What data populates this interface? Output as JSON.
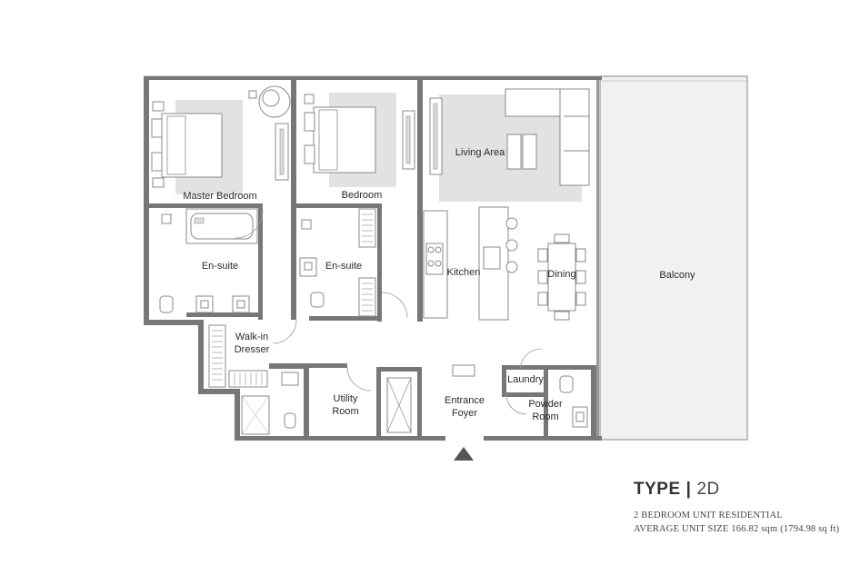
{
  "rooms": {
    "master_bedroom": "Master Bedroom",
    "bedroom": "Bedroom",
    "living_area": "Living Area",
    "balcony": "Balcony",
    "ensuite_1": "En-suite",
    "ensuite_2": "En-suite",
    "kitchen": "Kitchen",
    "dining": "Dining",
    "walkin_line1": "Walk-in",
    "walkin_line2": "Dresser",
    "utility_line1": "Utility",
    "utility_line2": "Room",
    "entrance_line1": "Entrance",
    "entrance_line2": "Foyer",
    "laundry": "Laundry",
    "powder_line1": "Powder",
    "powder_line2": "Room"
  },
  "unit": {
    "type_word": "TYPE",
    "separator": "|",
    "type_code": "2D",
    "description": "2 BEDROOM UNIT RESIDENTIAL",
    "size": "AVERAGE UNIT SIZE 166.82 sqm (1794.98 sq ft)"
  },
  "colors": {
    "wall": "#777777",
    "furniture": "#cfcfcf",
    "rug": "#e2e2e2",
    "balcony": "#f1f1f1",
    "line": "#8a8a8a"
  }
}
